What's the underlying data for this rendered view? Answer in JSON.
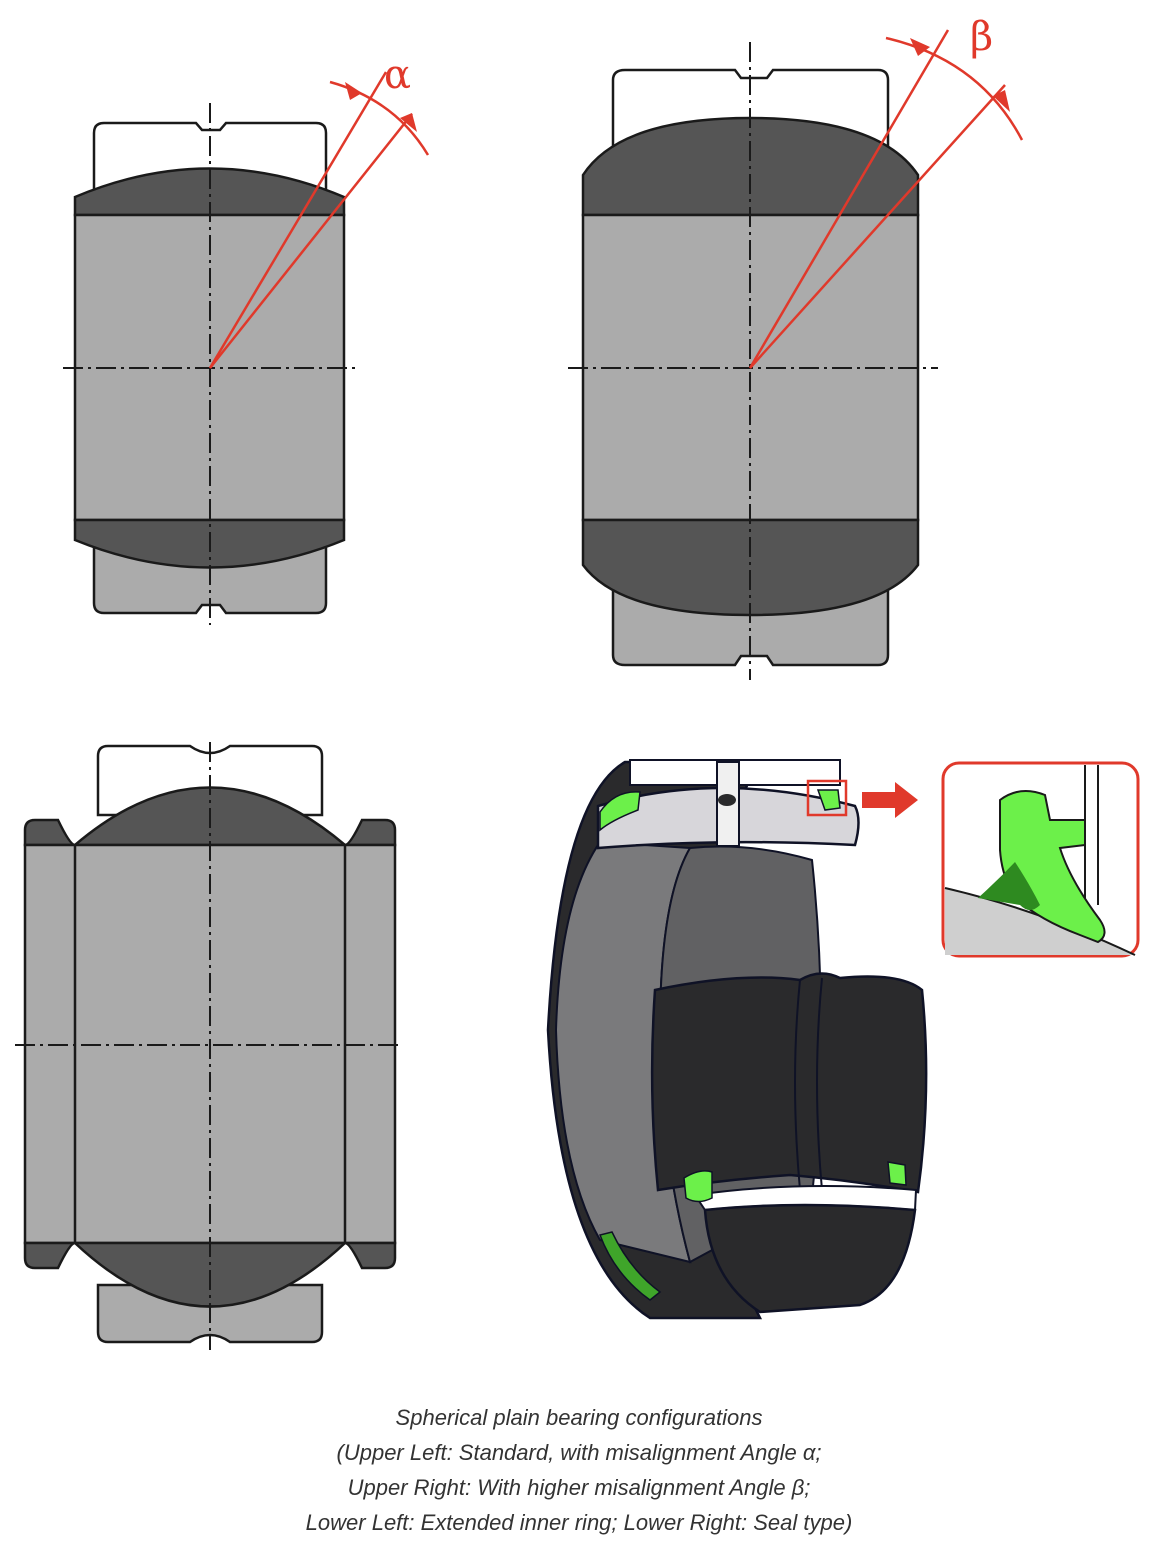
{
  "labels": {
    "alpha": "α",
    "beta": "β"
  },
  "caption": {
    "line1": "Spherical plain bearing configurations",
    "line2": "(Upper Left: Standard, with misalignment Angle α;",
    "line3": "Upper Right: With higher misalignment Angle β;",
    "line4": "Lower Left: Extended inner ring; Lower Right: Seal type)"
  },
  "colors": {
    "outline": "#1a1a1a",
    "inner_ring": "#ababab",
    "outer_ring": "#555555",
    "outer_ring_light": "#cfcfcf",
    "annotation": "#e0392b",
    "seal": "#6cf04a",
    "seal_dark": "#2e8a20",
    "body_dark": "#2a2a2c"
  }
}
